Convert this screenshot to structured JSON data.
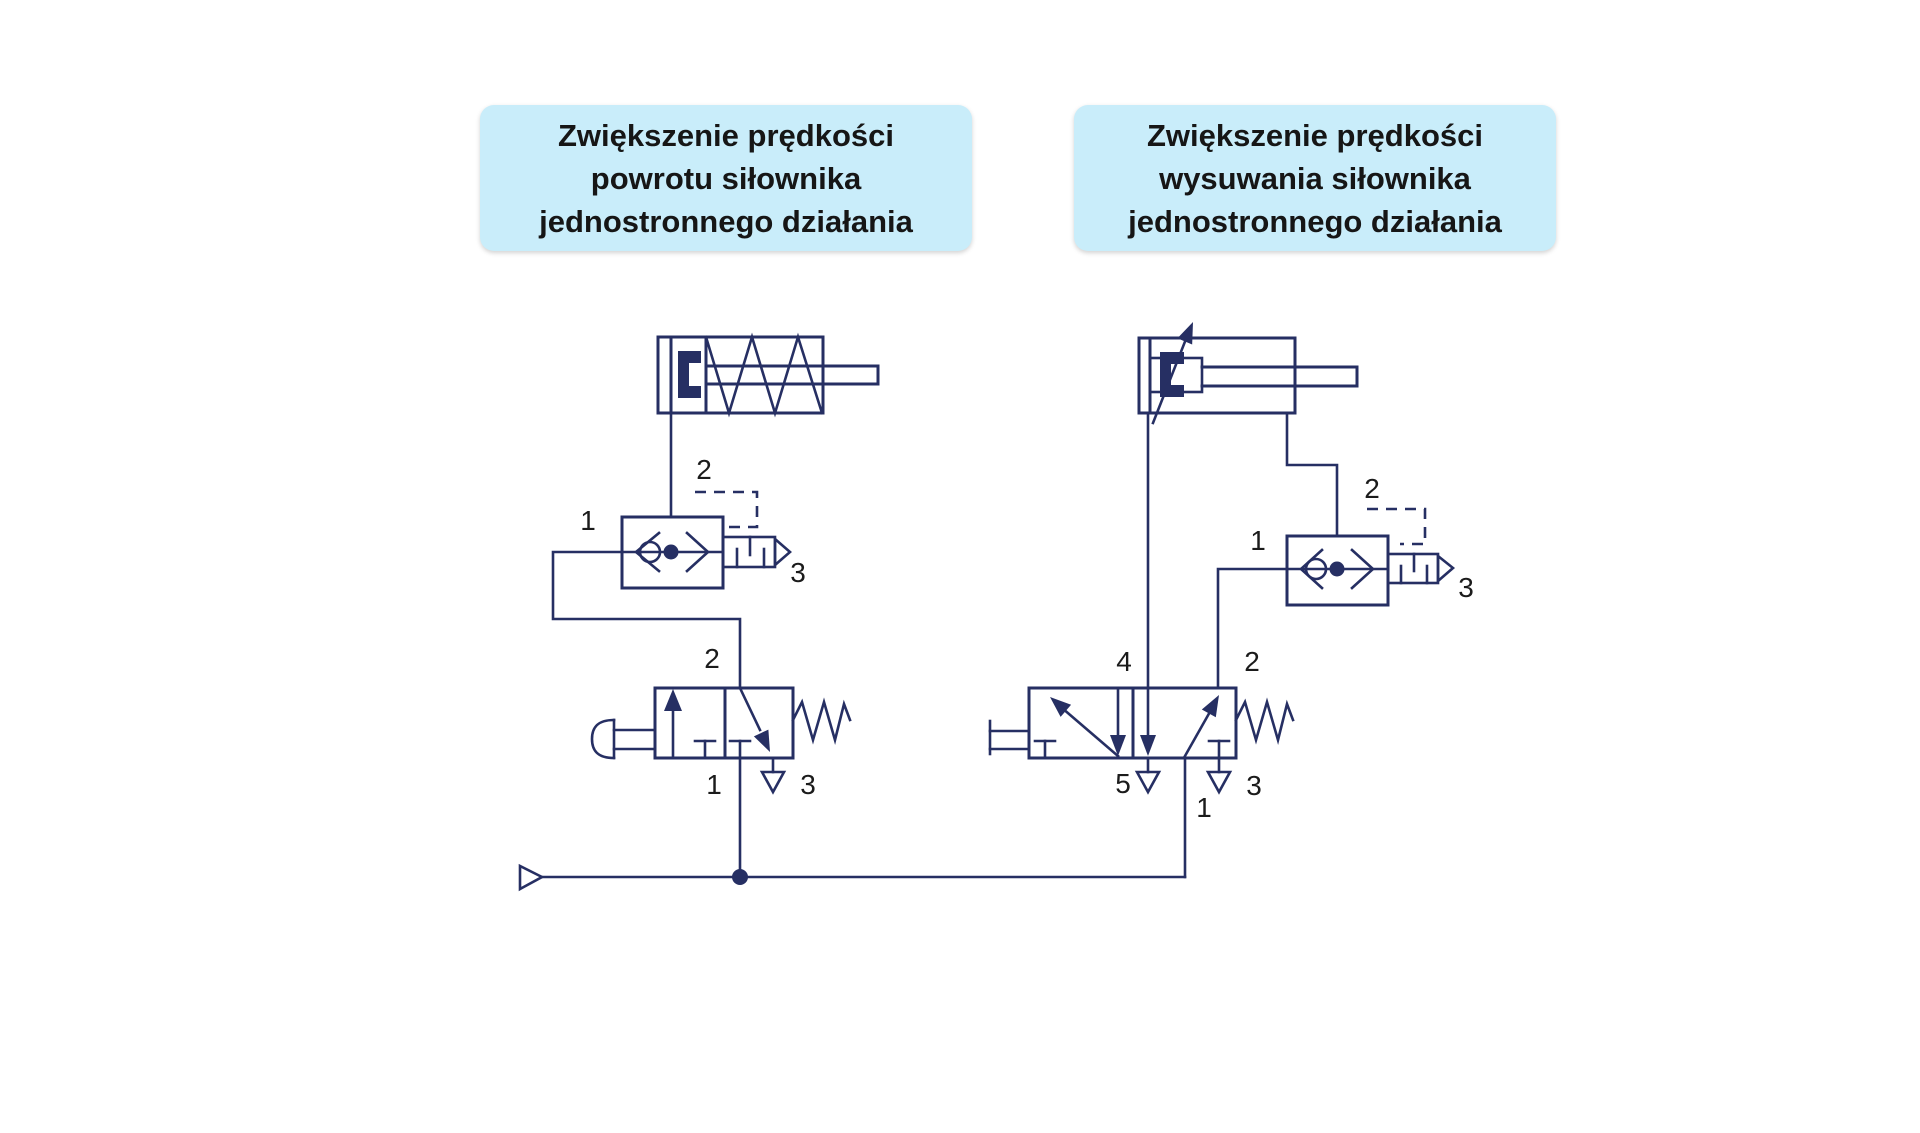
{
  "titles": {
    "left": [
      "Zwiększenie prędkości",
      "powrotu siłownika",
      "jednostronnego działania"
    ],
    "right": [
      "Zwiększenie prędkości",
      "wysuwania siłownika",
      "jednostronnego działania"
    ]
  },
  "labels": {
    "left_qev": {
      "p1": "1",
      "p2": "2",
      "p3": "3"
    },
    "left_valve32": {
      "p2": "2",
      "p1": "1",
      "p3": "3"
    },
    "right_qev": {
      "p1": "1",
      "p2": "2",
      "p3": "3"
    },
    "right_valve52": {
      "p4": "4",
      "p2": "2",
      "p5": "5",
      "p1": "1",
      "p3": "3"
    }
  },
  "components": {
    "left_cylinder": "single-acting cylinder with spring return",
    "left_qev": "quick exhaust valve with silencer",
    "left_valve": "3/2 pushbutton valve, spring return",
    "right_cylinder": "single-acting cylinder with adjustable cushioning",
    "right_qev": "quick exhaust valve with silencer",
    "right_valve": "5/2 manually operated valve, spring return",
    "source": "compressed air supply"
  },
  "colors": {
    "diagram_stroke": "#262f63",
    "title_bg": "#c9edfa",
    "title_text": "#161616",
    "label_text": "#1b1b1b",
    "background": "#ffffff"
  }
}
